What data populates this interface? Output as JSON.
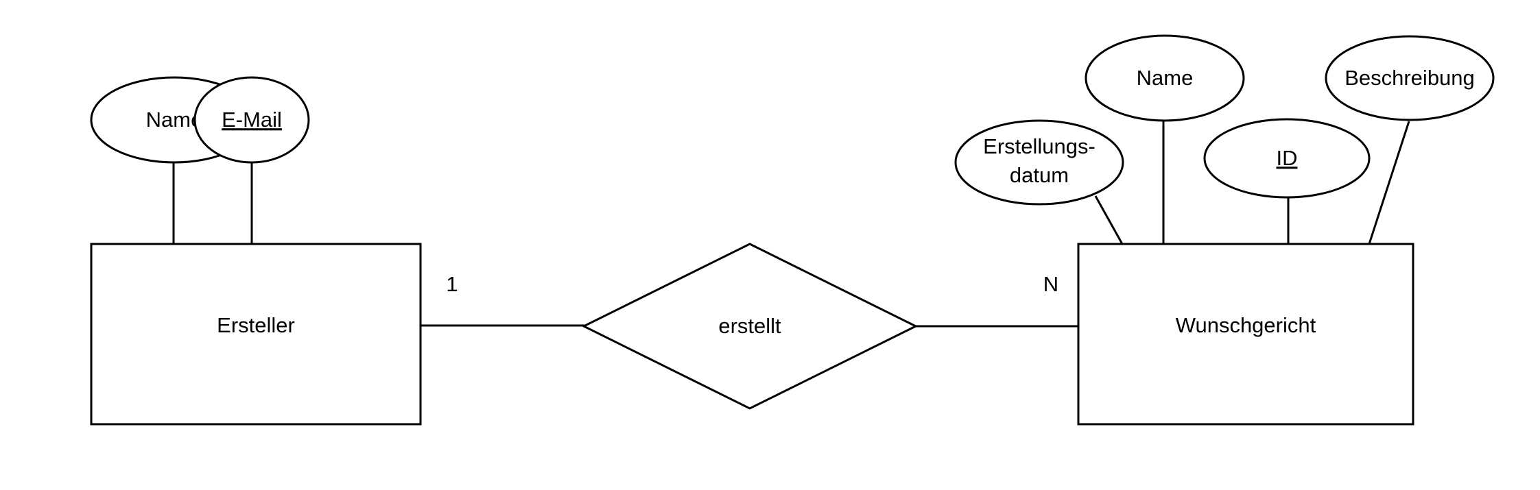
{
  "diagram": {
    "type": "entity-relationship-diagram",
    "notation": "Chen",
    "language": "de",
    "background_color": "#ffffff",
    "stroke_color": "#000000",
    "entities": [
      {
        "id": "ersteller",
        "label": "Ersteller",
        "shape": "rectangle",
        "attributes": [
          {
            "id": "ersteller-name",
            "label": "Name",
            "is_key": false
          },
          {
            "id": "ersteller-email",
            "label": "E-Mail",
            "is_key": true
          }
        ]
      },
      {
        "id": "wunschgericht",
        "label": "Wunschgericht",
        "shape": "rectangle",
        "attributes": [
          {
            "id": "wunschgericht-erstellungsdatum",
            "label": "Erstellungs-datum",
            "line1": "Erstellungs-",
            "line2": "datum",
            "is_key": false
          },
          {
            "id": "wunschgericht-name",
            "label": "Name",
            "is_key": false
          },
          {
            "id": "wunschgericht-id",
            "label": "ID",
            "is_key": true
          },
          {
            "id": "wunschgericht-beschreibung",
            "label": "Beschreibung",
            "is_key": false
          }
        ]
      }
    ],
    "relationships": [
      {
        "id": "erstellt",
        "label": "erstellt",
        "shape": "diamond",
        "from": "ersteller",
        "to": "wunschgericht",
        "cardinality_from": "1",
        "cardinality_to": "N"
      }
    ]
  }
}
